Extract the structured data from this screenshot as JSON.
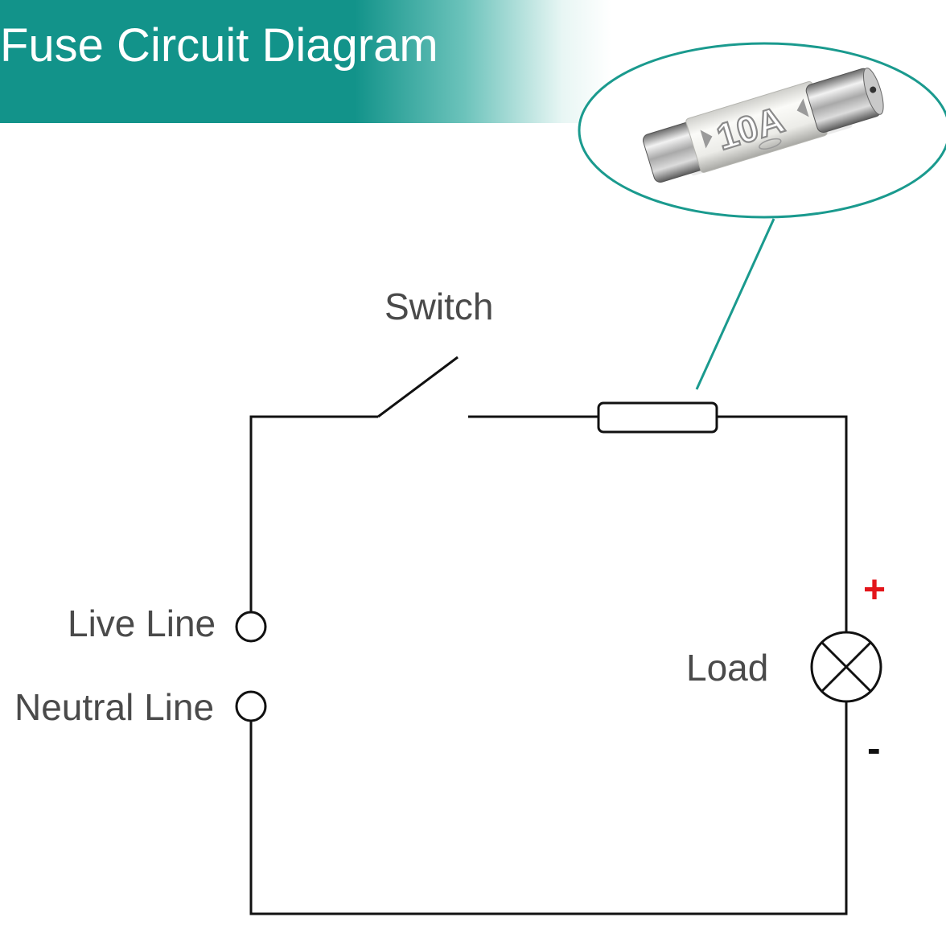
{
  "title": "Fuse Circuit Diagram",
  "fuse_marking": "10A",
  "labels": {
    "switch": "Switch",
    "live_line": "Live Line",
    "neutral_line": "Neutral Line",
    "load": "Load"
  },
  "polarity": {
    "plus": "+",
    "minus": "-"
  },
  "colors": {
    "banner": "#12938a",
    "callout": "#1a9a8e",
    "wire": "#111111",
    "label": "#4a4a4a",
    "plus": "#e3151b",
    "minus": "#111111"
  }
}
